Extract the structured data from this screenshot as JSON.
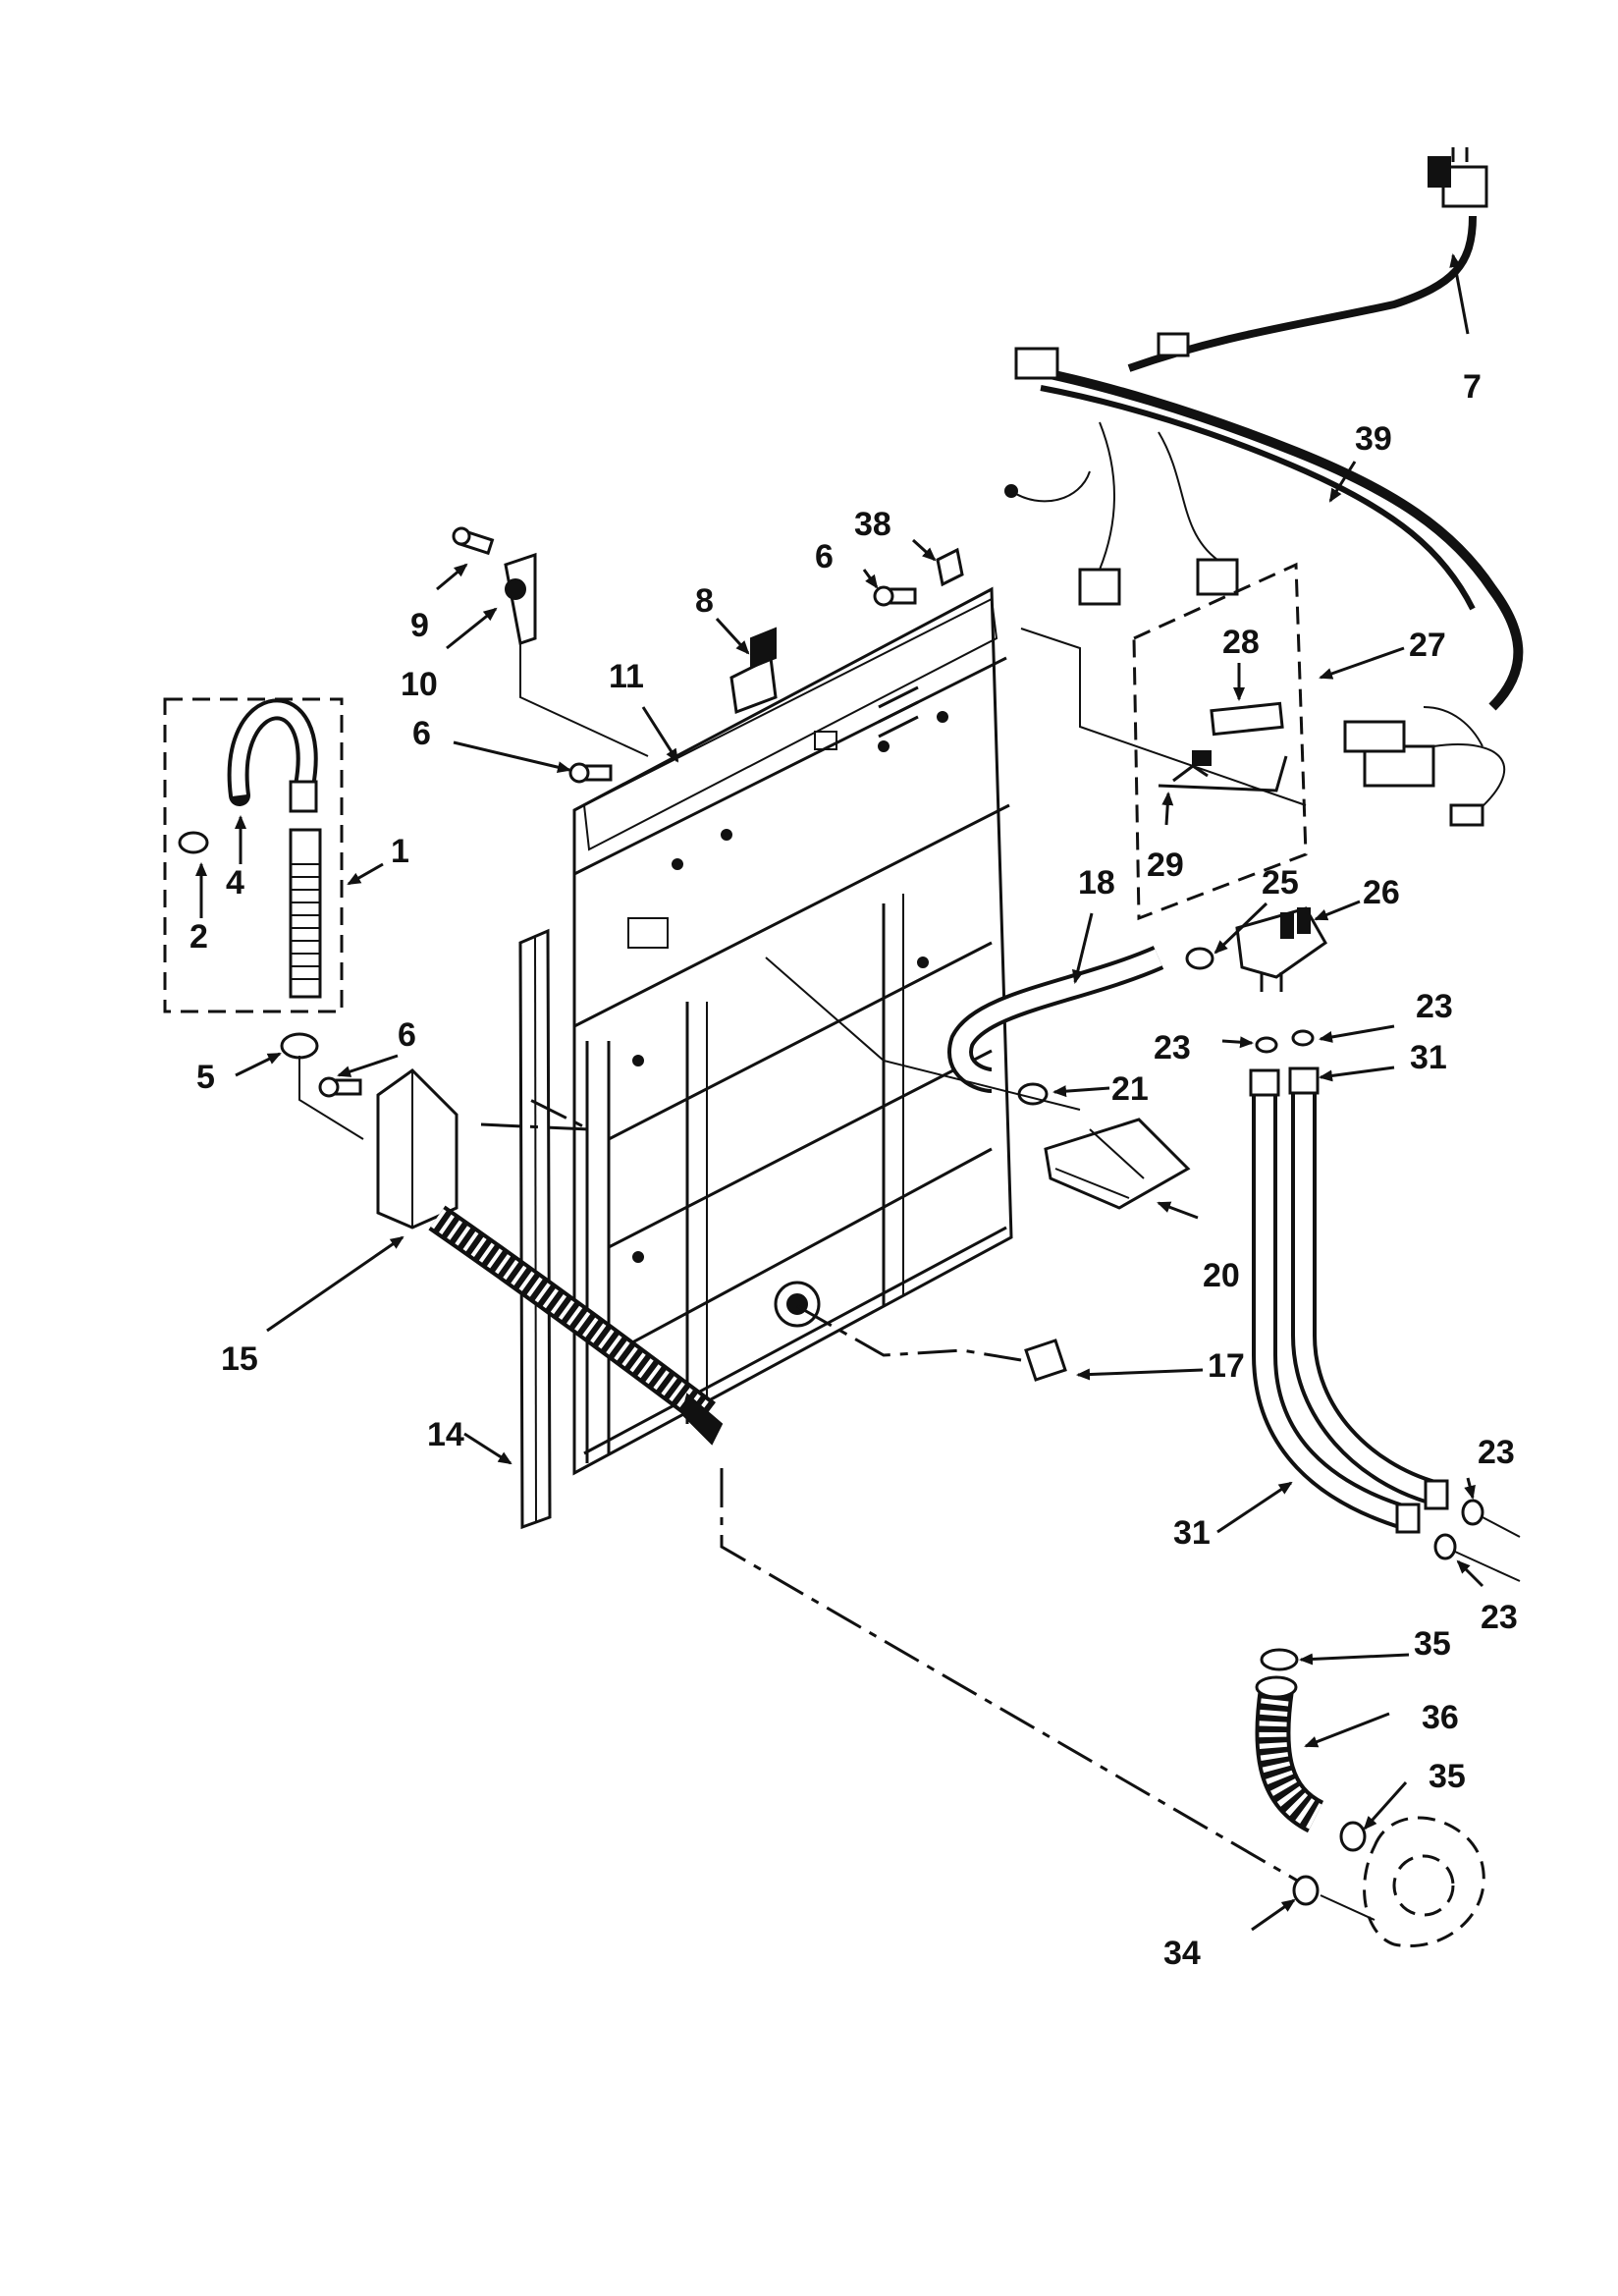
{
  "diagram": {
    "callouts": [
      {
        "id": "c1",
        "text": "1"
      },
      {
        "id": "c2",
        "text": "2"
      },
      {
        "id": "c4",
        "text": "4"
      },
      {
        "id": "c5",
        "text": "5"
      },
      {
        "id": "c6a",
        "text": "6"
      },
      {
        "id": "c6b",
        "text": "6"
      },
      {
        "id": "c6c",
        "text": "6"
      },
      {
        "id": "c7",
        "text": "7"
      },
      {
        "id": "c8",
        "text": "8"
      },
      {
        "id": "c9",
        "text": "9"
      },
      {
        "id": "c10",
        "text": "10"
      },
      {
        "id": "c11",
        "text": "11"
      },
      {
        "id": "c14",
        "text": "14"
      },
      {
        "id": "c15",
        "text": "15"
      },
      {
        "id": "c17",
        "text": "17"
      },
      {
        "id": "c18",
        "text": "18"
      },
      {
        "id": "c20",
        "text": "20"
      },
      {
        "id": "c21",
        "text": "21"
      },
      {
        "id": "c23a",
        "text": "23"
      },
      {
        "id": "c23b",
        "text": "23"
      },
      {
        "id": "c23c",
        "text": "23"
      },
      {
        "id": "c23d",
        "text": "23"
      },
      {
        "id": "c25",
        "text": "25"
      },
      {
        "id": "c26",
        "text": "26"
      },
      {
        "id": "c27",
        "text": "27"
      },
      {
        "id": "c28",
        "text": "28"
      },
      {
        "id": "c29",
        "text": "29"
      },
      {
        "id": "c31a",
        "text": "31"
      },
      {
        "id": "c31b",
        "text": "31"
      },
      {
        "id": "c34",
        "text": "34"
      },
      {
        "id": "c35a",
        "text": "35"
      },
      {
        "id": "c35b",
        "text": "35"
      },
      {
        "id": "c36",
        "text": "36"
      },
      {
        "id": "c38",
        "text": "38"
      },
      {
        "id": "c39",
        "text": "39"
      }
    ]
  }
}
